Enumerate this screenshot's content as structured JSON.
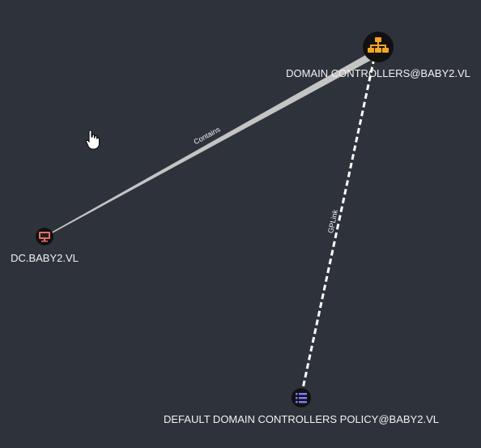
{
  "graph": {
    "nodes": {
      "ou": {
        "label": "DOMAIN CONTROLLERS@BABY2.VL",
        "color": "#f5a623",
        "icon": "sitemap-icon"
      },
      "computer": {
        "label": "DC.BABY2.VL",
        "color": "#e66d6d",
        "icon": "monitor-icon"
      },
      "gpo": {
        "label": "DEFAULT DOMAIN CONTROLLERS POLICY@BABY2.VL",
        "color": "#6c6cf0",
        "icon": "list-icon"
      }
    },
    "edges": {
      "contains": {
        "label": "Contains"
      },
      "gplink": {
        "label": "GPLink"
      }
    }
  },
  "colors": {
    "canvas": "#2e333b",
    "edge": "#c8c8c8",
    "node_ring": "#111111"
  }
}
